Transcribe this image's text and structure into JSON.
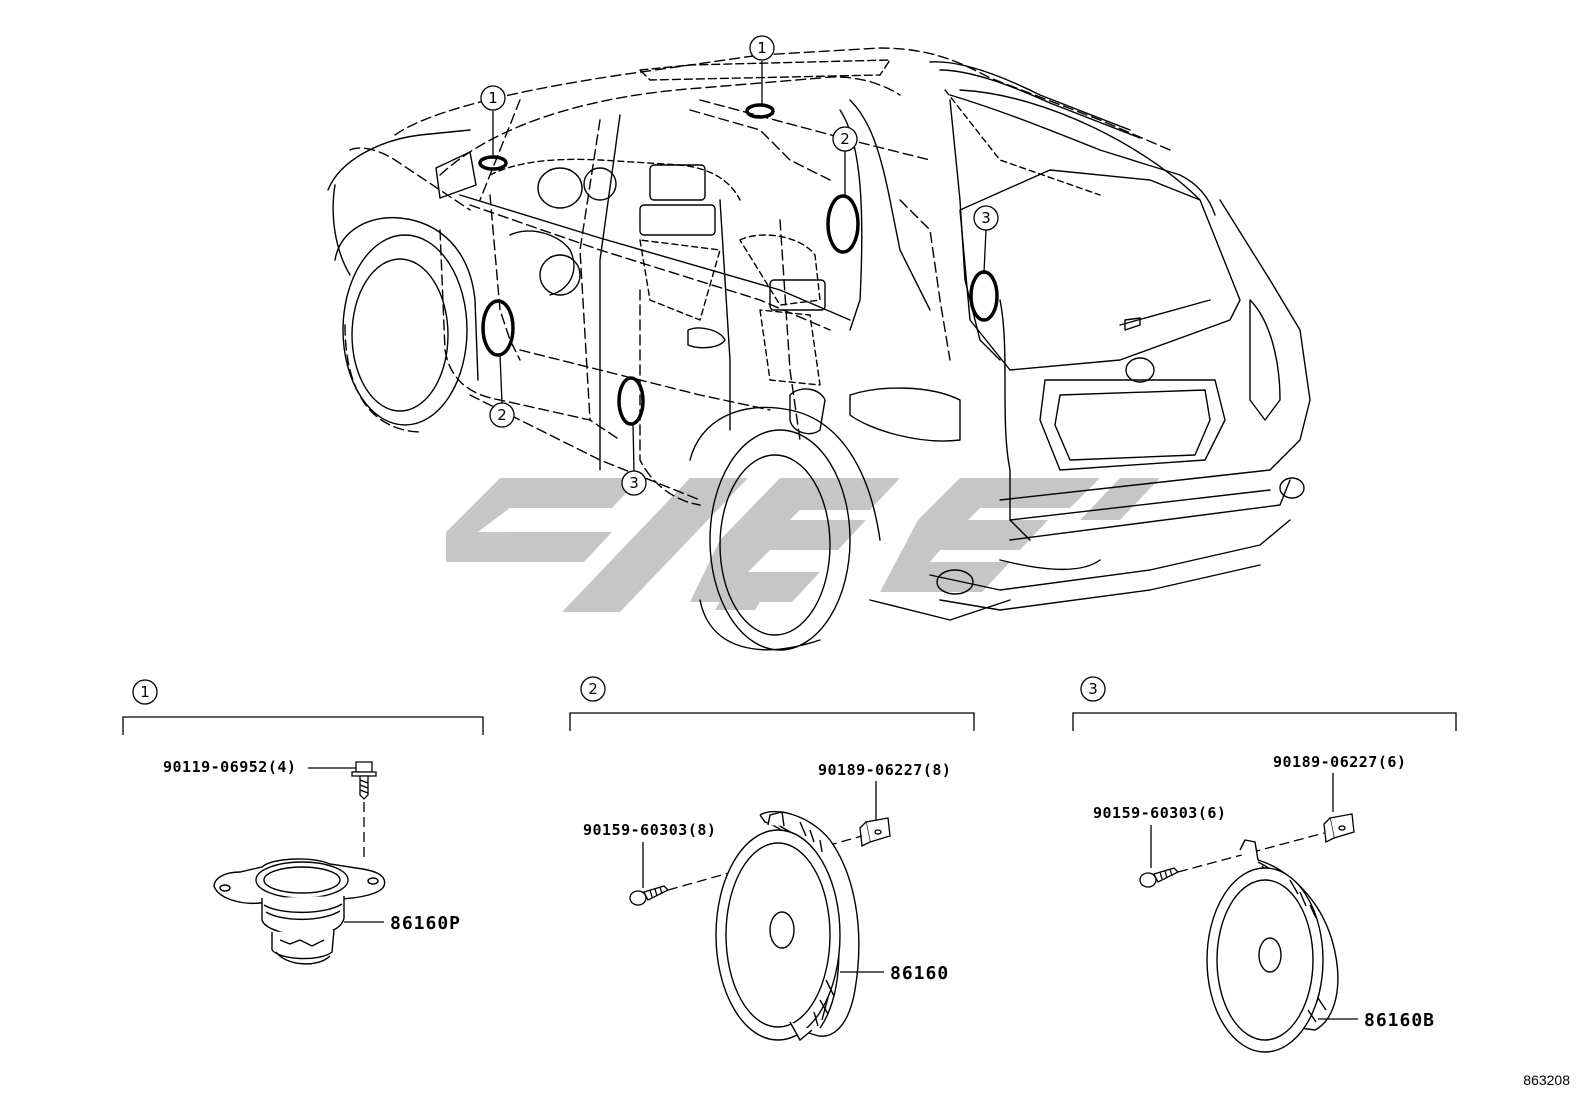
{
  "diagram": {
    "ref_number": "863208",
    "callouts": [
      "1",
      "1",
      "2",
      "2",
      "3",
      "3"
    ],
    "groups": [
      {
        "id": "1",
        "fastener": "90119-06952(4)",
        "speaker": "86160P"
      },
      {
        "id": "2",
        "screw": "90159-60303(8)",
        "clip": "90189-06227(8)",
        "speaker": "86160"
      },
      {
        "id": "3",
        "screw": "90159-60303(6)",
        "clip": "90189-06227(6)",
        "speaker": "86160B"
      }
    ],
    "colors": {
      "line": "#000000",
      "watermark": "#c8c8c8",
      "background": "#ffffff"
    },
    "icons": [
      "vehicle-outline-icon",
      "tweeter-speaker-icon",
      "door-speaker-icon",
      "rear-speaker-icon",
      "bolt-icon",
      "screw-icon",
      "clip-nut-icon",
      "watermark-logo-icon"
    ]
  }
}
